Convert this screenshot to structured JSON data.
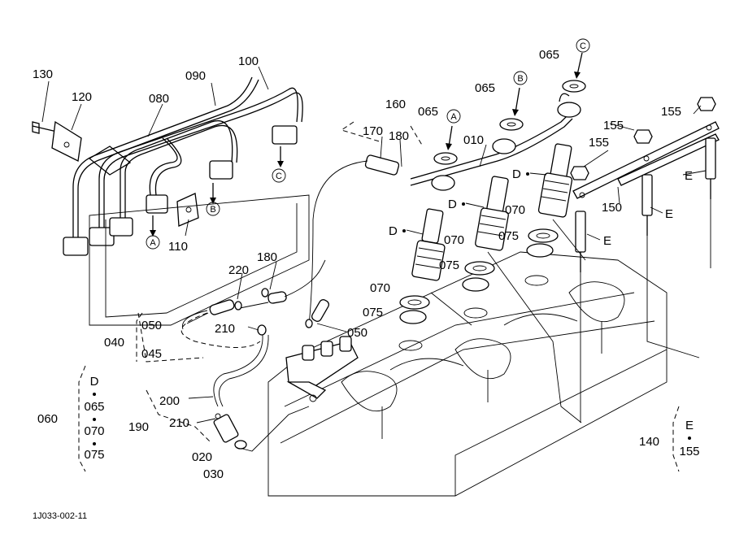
{
  "figure_id": "1J033-002-11",
  "callouts": [
    {
      "id": "c130",
      "text": "130"
    },
    {
      "id": "c120",
      "text": "120"
    },
    {
      "id": "c080",
      "text": "080"
    },
    {
      "id": "c090",
      "text": "090"
    },
    {
      "id": "c100",
      "text": "100"
    },
    {
      "id": "c110",
      "text": "110"
    },
    {
      "id": "c160",
      "text": "160"
    },
    {
      "id": "c170",
      "text": "170"
    },
    {
      "id": "c180a",
      "text": "180"
    },
    {
      "id": "c065a",
      "text": "065"
    },
    {
      "id": "c065b",
      "text": "065"
    },
    {
      "id": "c065c",
      "text": "065"
    },
    {
      "id": "c010",
      "text": "010"
    },
    {
      "id": "c155a",
      "text": "155"
    },
    {
      "id": "c155b",
      "text": "155"
    },
    {
      "id": "c155c",
      "text": "155"
    },
    {
      "id": "c150",
      "text": "150"
    },
    {
      "id": "c070a",
      "text": "070"
    },
    {
      "id": "c075a",
      "text": "075"
    },
    {
      "id": "c070b",
      "text": "070"
    },
    {
      "id": "c075b",
      "text": "075"
    },
    {
      "id": "c070c",
      "text": "070"
    },
    {
      "id": "c075c",
      "text": "075"
    },
    {
      "id": "c220",
      "text": "220"
    },
    {
      "id": "c180b",
      "text": "180"
    },
    {
      "id": "c050a",
      "text": "050"
    },
    {
      "id": "c050b",
      "text": "050"
    },
    {
      "id": "c040",
      "text": "040"
    },
    {
      "id": "c045",
      "text": "045"
    },
    {
      "id": "c210a",
      "text": "210"
    },
    {
      "id": "c200",
      "text": "200"
    },
    {
      "id": "c190",
      "text": "190"
    },
    {
      "id": "c210b",
      "text": "210"
    },
    {
      "id": "c020",
      "text": "020"
    },
    {
      "id": "c030",
      "text": "030"
    },
    {
      "id": "c060",
      "text": "060"
    },
    {
      "id": "c140",
      "text": "140"
    }
  ],
  "ref_letters": [
    {
      "id": "D1",
      "text": "D"
    },
    {
      "id": "D2",
      "text": "D"
    },
    {
      "id": "D3",
      "text": "D"
    },
    {
      "id": "E1",
      "text": "E"
    },
    {
      "id": "E2",
      "text": "E"
    },
    {
      "id": "E3",
      "text": "E"
    }
  ],
  "circled_letters": [
    {
      "id": "A1",
      "text": "A"
    },
    {
      "id": "B1",
      "text": "B"
    },
    {
      "id": "C1",
      "text": "C"
    },
    {
      "id": "A2",
      "text": "A"
    },
    {
      "id": "B2",
      "text": "B"
    },
    {
      "id": "C2",
      "text": "C"
    }
  ],
  "group_060": {
    "items": [
      "D",
      "065",
      "070",
      "075"
    ]
  },
  "group_140": {
    "items": [
      "E",
      "155"
    ]
  }
}
